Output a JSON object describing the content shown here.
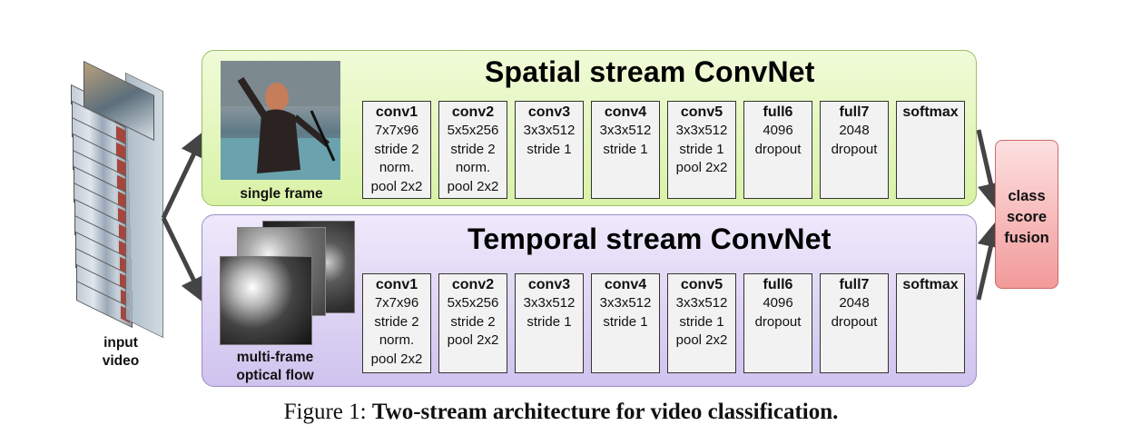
{
  "input": {
    "label_line1": "input",
    "label_line2": "video"
  },
  "spatial": {
    "title": "Spatial stream ConvNet",
    "image_caption": "single frame",
    "layers": [
      {
        "name": "conv1",
        "lines": [
          "7x7x96",
          "stride 2",
          "norm.",
          "pool 2x2"
        ]
      },
      {
        "name": "conv2",
        "lines": [
          "5x5x256",
          "stride 2",
          "norm.",
          "pool 2x2"
        ]
      },
      {
        "name": "conv3",
        "lines": [
          "3x3x512",
          "stride 1"
        ]
      },
      {
        "name": "conv4",
        "lines": [
          "3x3x512",
          "stride 1"
        ]
      },
      {
        "name": "conv5",
        "lines": [
          "3x3x512",
          "stride 1",
          "pool 2x2"
        ]
      },
      {
        "name": "full6",
        "lines": [
          "4096",
          "dropout"
        ]
      },
      {
        "name": "full7",
        "lines": [
          "2048",
          "dropout"
        ]
      },
      {
        "name": "softmax",
        "lines": []
      }
    ]
  },
  "temporal": {
    "title": "Temporal stream ConvNet",
    "image_caption_line1": "multi-frame",
    "image_caption_line2": "optical flow",
    "layers": [
      {
        "name": "conv1",
        "lines": [
          "7x7x96",
          "stride 2",
          "norm.",
          "pool 2x2"
        ]
      },
      {
        "name": "conv2",
        "lines": [
          "5x5x256",
          "stride 2",
          "pool 2x2"
        ]
      },
      {
        "name": "conv3",
        "lines": [
          "3x3x512",
          "stride 1"
        ]
      },
      {
        "name": "conv4",
        "lines": [
          "3x3x512",
          "stride 1"
        ]
      },
      {
        "name": "conv5",
        "lines": [
          "3x3x512",
          "stride 1",
          "pool 2x2"
        ]
      },
      {
        "name": "full6",
        "lines": [
          "4096",
          "dropout"
        ]
      },
      {
        "name": "full7",
        "lines": [
          "2048",
          "dropout"
        ]
      },
      {
        "name": "softmax",
        "lines": []
      }
    ]
  },
  "fusion": {
    "line1": "class",
    "line2": "score",
    "line3": "fusion"
  },
  "caption": {
    "prefix": "Figure 1:",
    "text": "Two-stream architecture for video classification."
  }
}
